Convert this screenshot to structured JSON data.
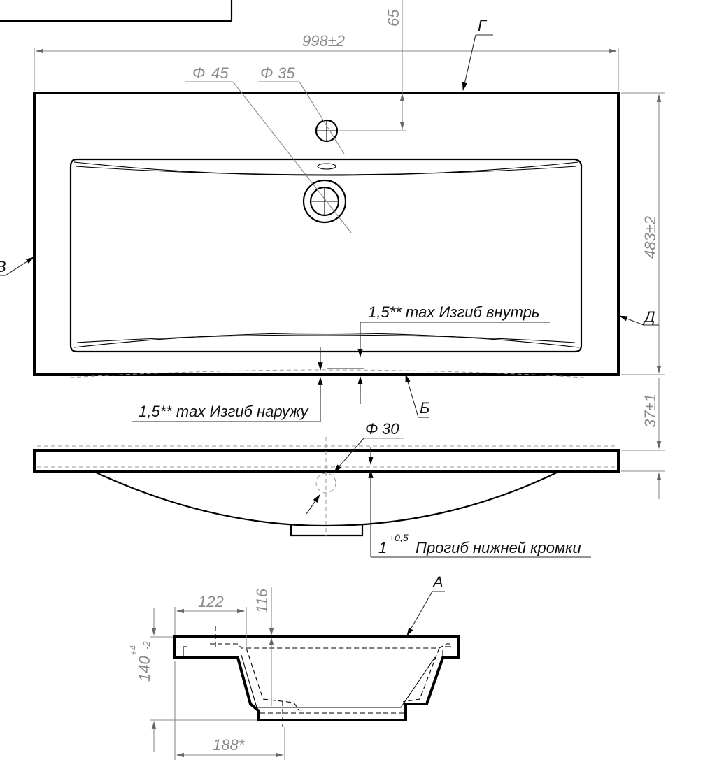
{
  "drawing": {
    "dims": {
      "width": "998±2",
      "top_offset": "65",
      "hole_small": "35",
      "hole_large": "45",
      "depth": "483±2",
      "rim": "37±1",
      "drain": "30",
      "section_height_base": "140",
      "section_height_tol_plus": "+4",
      "section_height_tol_minus": "-2",
      "section_122": "122",
      "section_116": "116",
      "section_188": "188*"
    },
    "notes": {
      "bend_in": "1,5** max Изгиб внутрь",
      "bend_out": "1,5** max Изгиб наружу",
      "sag_base": "1",
      "sag_tol": "+0,5",
      "sag_text": "Прогиб нижней кромки"
    },
    "labels": {
      "diameter_symbol": "Φ",
      "G": "Г",
      "D": "Д",
      "B": "Б",
      "A": "А",
      "V": "В"
    }
  }
}
